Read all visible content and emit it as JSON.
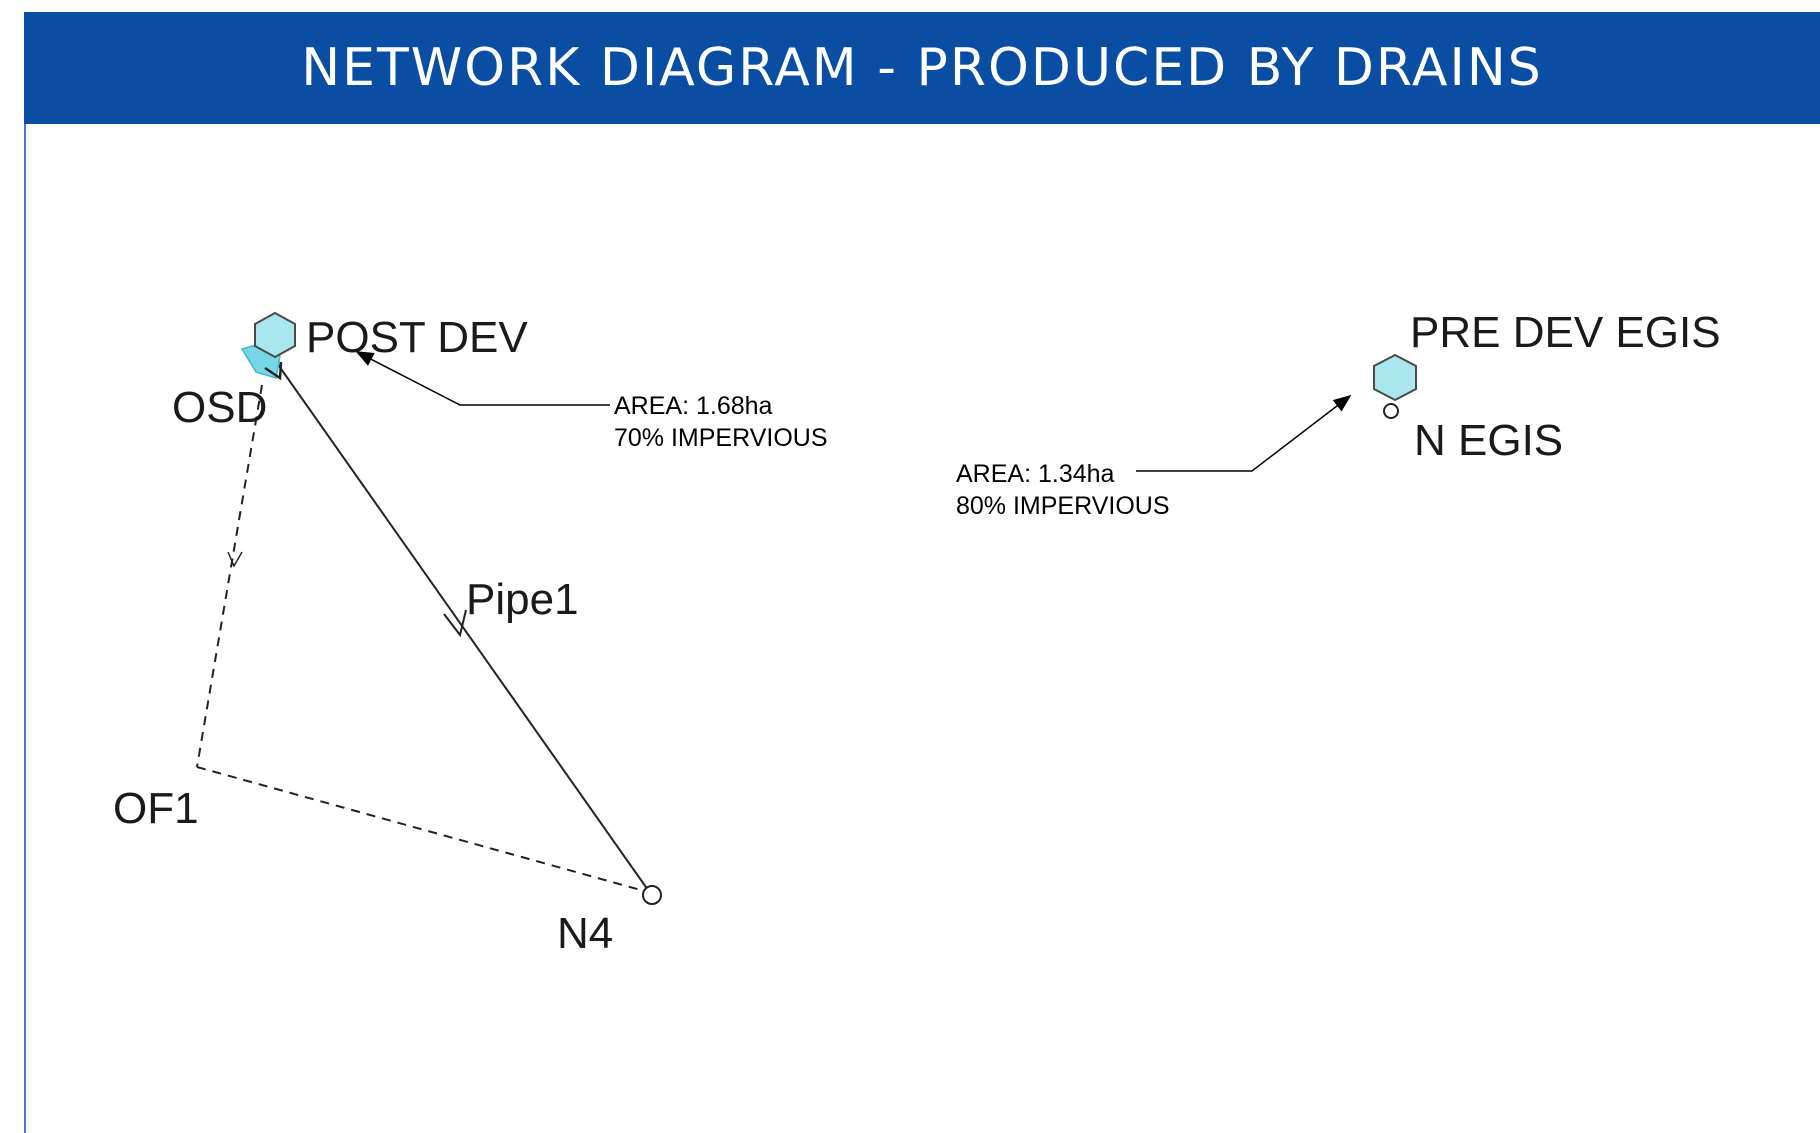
{
  "header": {
    "title": "NETWORK DIAGRAM - PRODUCED BY DRAINS"
  },
  "colors": {
    "header_bg": "#0a4ea3",
    "header_text": "#ffffff",
    "catchment_fill": "#a9e6ee",
    "link_stroke": "#222222"
  },
  "diagram": {
    "nodes": {
      "post_dev": "POST DEV",
      "osd": "OSD",
      "pipe1": "Pipe1",
      "of1": "OF1",
      "n4": "N4",
      "pre_dev": "PRE DEV EGIS",
      "n_egis": "N EGIS"
    },
    "annotations": {
      "post_area": "AREA: 1.68ha",
      "post_imperv": "70% IMPERVIOUS",
      "pre_area": "AREA: 1.34ha",
      "pre_imperv": "80% IMPERVIOUS"
    }
  }
}
